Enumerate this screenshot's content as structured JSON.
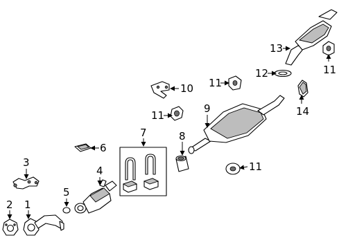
{
  "diagram": {
    "callouts": [
      {
        "id": "1",
        "label": "1"
      },
      {
        "id": "2",
        "label": "2"
      },
      {
        "id": "3",
        "label": "3"
      },
      {
        "id": "4",
        "label": "4"
      },
      {
        "id": "5",
        "label": "5"
      },
      {
        "id": "6",
        "label": "6"
      },
      {
        "id": "7",
        "label": "7"
      },
      {
        "id": "8",
        "label": "8"
      },
      {
        "id": "9",
        "label": "9"
      },
      {
        "id": "10",
        "label": "10"
      },
      {
        "id": "11a",
        "label": "11"
      },
      {
        "id": "11b",
        "label": "11"
      },
      {
        "id": "11c",
        "label": "11"
      },
      {
        "id": "11d",
        "label": "11"
      },
      {
        "id": "12",
        "label": "12"
      },
      {
        "id": "13",
        "label": "13"
      },
      {
        "id": "14",
        "label": "14"
      }
    ]
  }
}
